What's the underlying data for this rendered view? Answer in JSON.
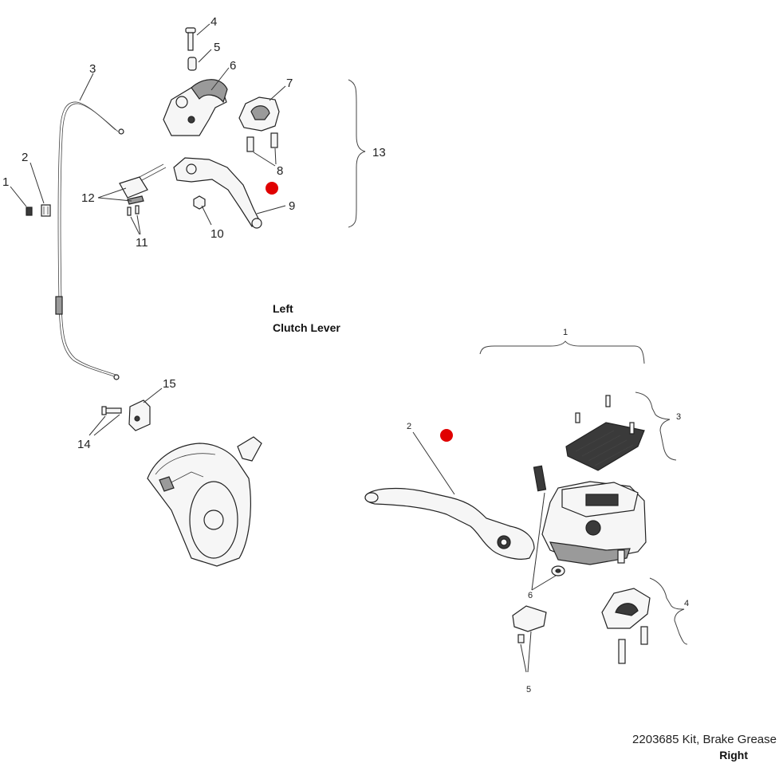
{
  "left_section": {
    "title_line1": "Left",
    "title_line2": "Clutch Lever",
    "callouts": [
      "1",
      "2",
      "3",
      "4",
      "5",
      "6",
      "7",
      "8",
      "9",
      "10",
      "11",
      "12",
      "13",
      "14",
      "15"
    ]
  },
  "right_section": {
    "callouts": [
      "1",
      "2",
      "3",
      "4",
      "5",
      "6"
    ]
  },
  "footer": {
    "kit_text": "2203685  Kit, Brake Grease",
    "side_label": "Right"
  },
  "colors": {
    "marker": "#e00000",
    "line": "#222222"
  }
}
